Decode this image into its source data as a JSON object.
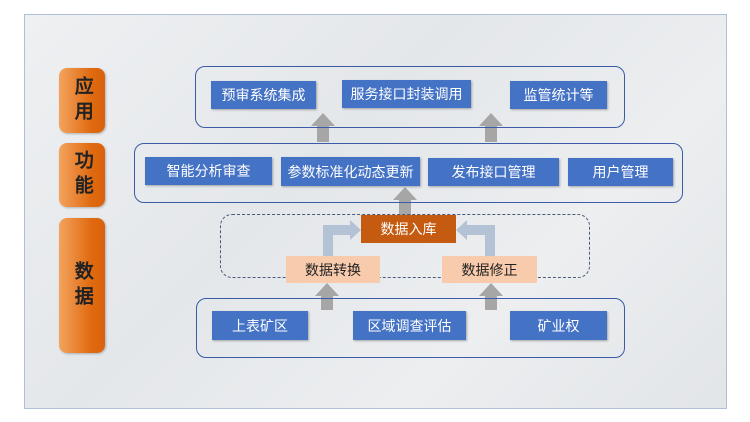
{
  "layers": [
    "应用",
    "功能",
    "数据"
  ],
  "application": [
    "预审系统集成",
    "服务接口封装调用",
    "监管统计等"
  ],
  "function": [
    "智能分析审查",
    "参数标准化动态更新",
    "发布接口管理",
    "用户管理"
  ],
  "processing": {
    "store": "数据入库",
    "convert": "数据转换",
    "correct": "数据修正"
  },
  "sources": [
    "上表矿区",
    "区域调查评估",
    "矿业权"
  ],
  "colors": {
    "blue": "#4472c4",
    "orange": "#c55a11",
    "peach": "#f8cbad",
    "arrow": "#a6a6a6"
  }
}
